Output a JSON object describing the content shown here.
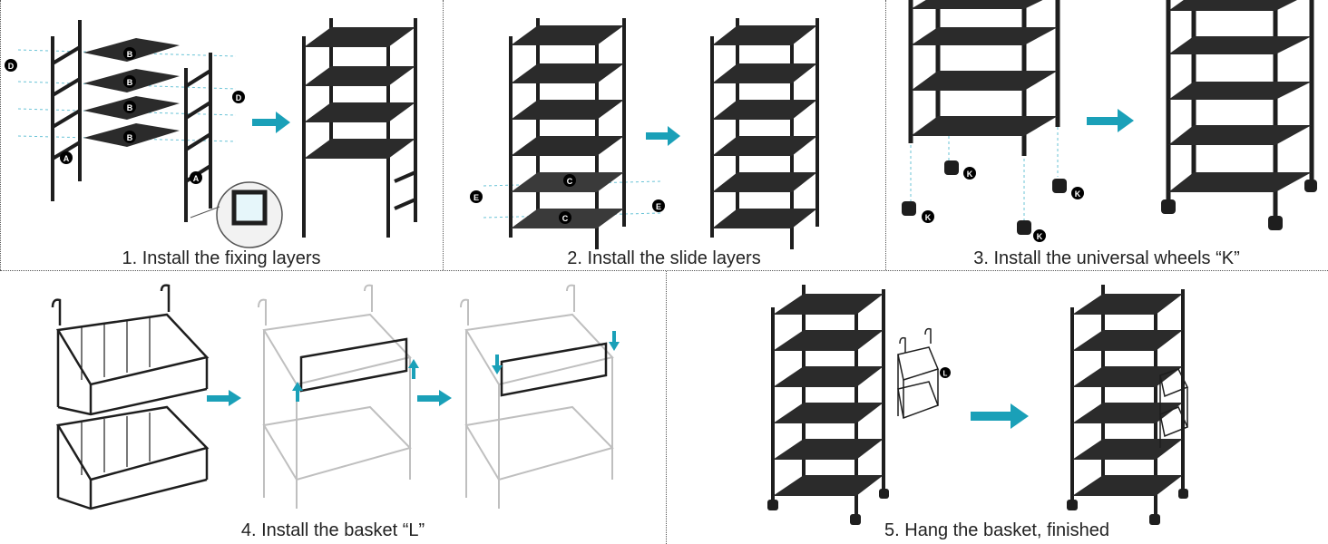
{
  "colors": {
    "arrow": "#1aa0b8",
    "frame": "#1e1e1e",
    "shelf": "#2b2b2b",
    "guide": "#69c3d6",
    "basket_light": "#bfbfbf"
  },
  "steps": [
    {
      "caption": "1. Install the fixing layers",
      "labels": [
        "B",
        "B",
        "B",
        "B",
        "A",
        "A",
        "D",
        "D"
      ]
    },
    {
      "caption": "2. Install the slide layers",
      "labels": [
        "C",
        "C",
        "E",
        "E"
      ]
    },
    {
      "caption": "3. Install the universal wheels “K”",
      "labels": [
        "K",
        "K",
        "K",
        "K"
      ]
    },
    {
      "caption": "4. Install the basket “L”",
      "labels": []
    },
    {
      "caption": "5. Hang the basket, finished",
      "labels": [
        "L"
      ]
    }
  ]
}
